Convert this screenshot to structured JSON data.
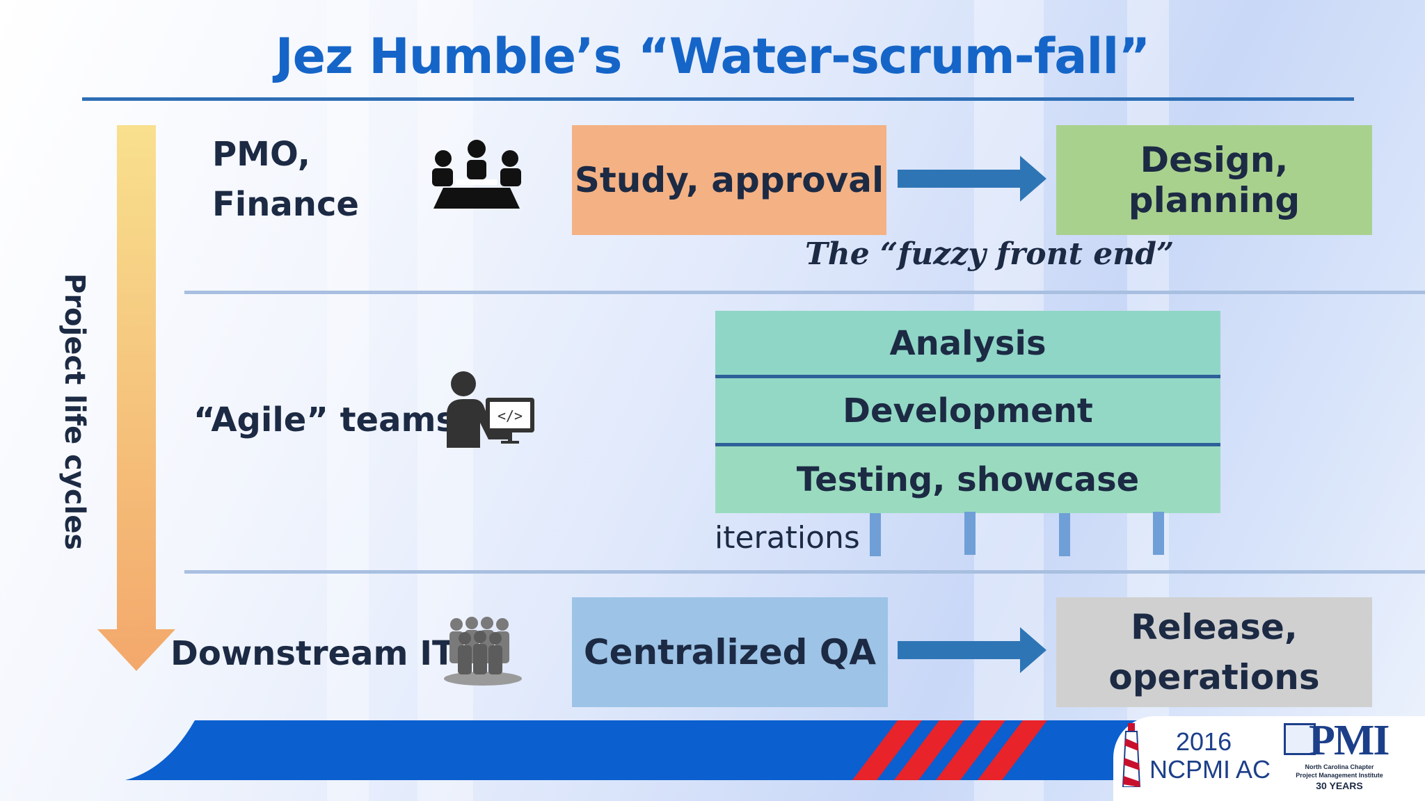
{
  "title": "Jez Humble’s “Water-scrum-fall”",
  "lifecycle_label": "Project life cycles",
  "rows": {
    "pmo": {
      "label_line1": "PMO,",
      "label_line2": "Finance",
      "icon": "meeting-icon"
    },
    "agile": {
      "label": "“Agile” teams",
      "icon": "developer-icon"
    },
    "downstream": {
      "label": "Downstream IT",
      "icon": "team-icon"
    }
  },
  "boxes": {
    "study": "Study, approval",
    "design": "Design, planning",
    "analysis": "Analysis",
    "development": "Development",
    "testing": "Testing, showcase",
    "qa": "Centralized QA",
    "release_line1": "Release,",
    "release_line2": "operations"
  },
  "fuzzy_note": "The “fuzzy front end”",
  "iterations_label": "iterations",
  "footer": {
    "year": "2016",
    "conference": "NCPMI AC",
    "pmi_logo": "PMI",
    "chapter_line1": "North Carolina Chapter",
    "chapter_line2": "Project Management Institute",
    "chapter_line3": "30 YEARS"
  },
  "colors": {
    "title": "#1565c8",
    "study": "#f4b183",
    "design": "#a9d18e",
    "agile_stack": "#96d9c4",
    "qa": "#9dc3e6",
    "release": "#d0d0d0",
    "arrow": "#2e75b6",
    "lifecycle_arrow": "#f4b183"
  }
}
